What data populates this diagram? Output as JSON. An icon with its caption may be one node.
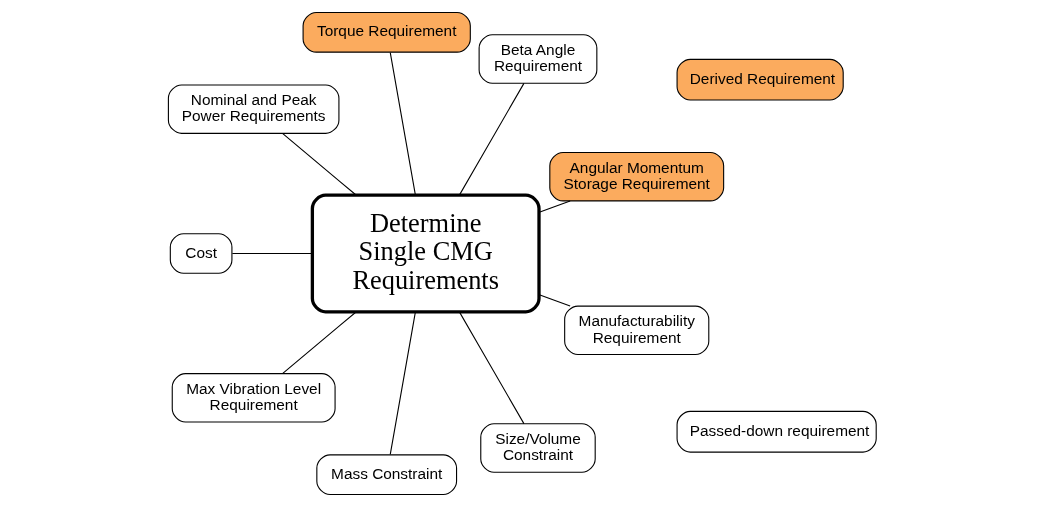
{
  "diagram": {
    "nodes": [
      {
        "text": [
          "Angular Momentum Storage Requirement"
        ]
      },
      {
        "text": [
          "Beta Angle Requirement"
        ]
      },
      {
        "text": [
          "Torque Requirement"
        ]
      },
      {
        "text": [
          "Nominal and Peak Power Requirements"
        ]
      },
      {
        "text": [
          "Determine Single CMG Requirements"
        ]
      },
      {
        "text": [
          "Cost"
        ]
      },
      {
        "text": [
          "Max Vibration Level Requirement"
        ]
      },
      {
        "text": [
          "Mass Constraint"
        ]
      },
      {
        "text": [
          "Size/Volume Constraint"
        ]
      },
      {
        "text": [
          "Manufacturability Requirement"
        ]
      }
    ],
    "edges": [
      {
        "from": 4,
        "to": 0,
        "arrow": "none"
      },
      {
        "from": 4,
        "to": 1,
        "arrow": "none"
      },
      {
        "from": 4,
        "to": 2,
        "arrow": "none"
      },
      {
        "from": 4,
        "to": 3,
        "arrow": "none"
      },
      {
        "from": 4,
        "to": 5,
        "arrow": "none"
      },
      {
        "from": 4,
        "to": 6,
        "arrow": "none"
      },
      {
        "from": 4,
        "to": 7,
        "arrow": "none"
      },
      {
        "from": 4,
        "to": 8,
        "arrow": "none"
      },
      {
        "from": 4,
        "to": 9,
        "arrow": "none"
      }
    ],
    "legend": [
      {
        "text": "Derived Requirement",
        "color": "#fbab5e"
      },
      {
        "text": "Passed-down requirement",
        "color": "#ffffff"
      }
    ]
  }
}
